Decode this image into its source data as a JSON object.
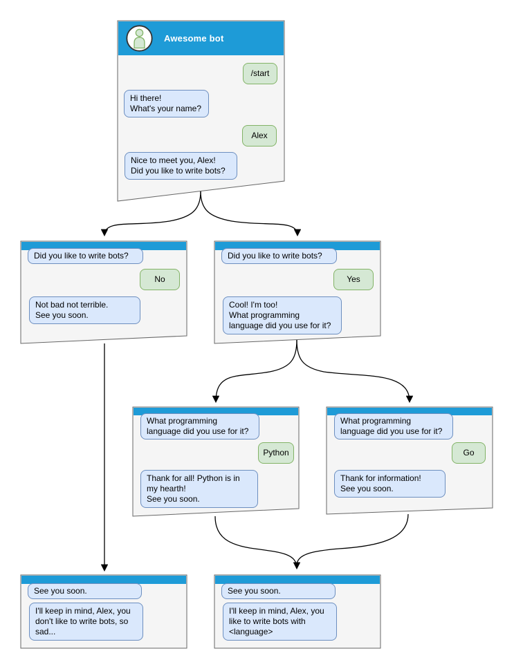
{
  "diagram": {
    "root": {
      "title": "Awesome bot",
      "user_start": "/start",
      "bot_greeting": "Hi there!\nWhat's your name?",
      "user_name": "Alex",
      "bot_question": "Nice to meet you, Alex!\nDid you like to write bots?"
    },
    "branch_no": {
      "question": "Did you like to write bots?",
      "answer": "No",
      "reply": "Not bad not terrible.\nSee you soon."
    },
    "branch_yes": {
      "question": "Did you like to write bots?",
      "answer": "Yes",
      "reply": "Cool! I'm too!\nWhat programming\nlanguage did you use for it?"
    },
    "branch_python": {
      "question": "What programming\nlanguage did you use for it?",
      "answer": "Python",
      "reply": "Thank for all! Python is in\nmy hearth!\nSee you soon."
    },
    "branch_go": {
      "question": "What programming\nlanguage did you use for it?",
      "answer": "Go",
      "reply": "Thank for information!\nSee you soon."
    },
    "end_no": {
      "question": "See you soon.",
      "reply": "I'll keep in mind, Alex, you\ndon't like to write bots, so\nsad..."
    },
    "end_yes": {
      "question": "See you soon.",
      "reply": "I'll keep in mind, Alex, you\nlike to write bots with\n<language>"
    }
  },
  "colors": {
    "header_blue": "#1e9bd7",
    "bot_bubble_fill": "#dae8fc",
    "bot_bubble_border": "#6c8ebf",
    "user_bubble_fill": "#d5e8d4",
    "user_bubble_border": "#82b366",
    "node_fill": "#f5f5f5",
    "node_border": "#666666",
    "connector": "#000000"
  }
}
